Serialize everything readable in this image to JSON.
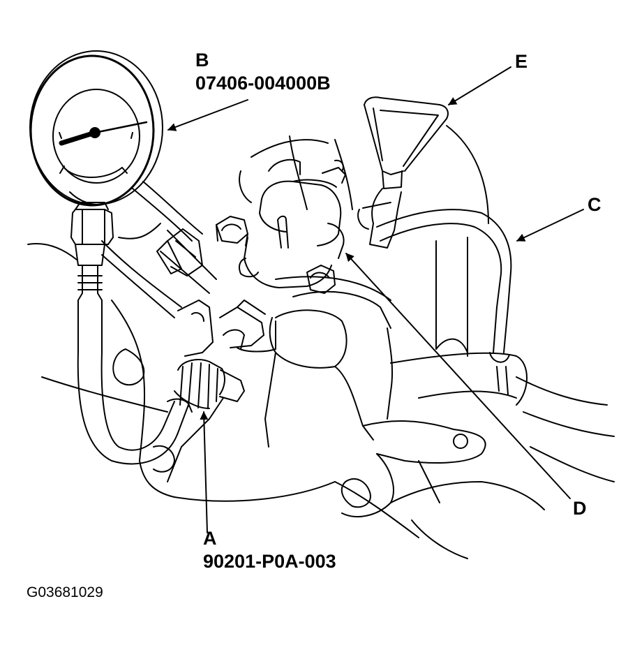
{
  "labels": {
    "a": {
      "letter": "A",
      "part_number": "90201-P0A-003"
    },
    "b": {
      "letter": "B",
      "part_number": "07406-004000B"
    },
    "c": {
      "letter": "C"
    },
    "d": {
      "letter": "D"
    },
    "e": {
      "letter": "E"
    }
  },
  "figure_code": "G03681029",
  "colors": {
    "line": "#000000",
    "background": "#ffffff"
  }
}
